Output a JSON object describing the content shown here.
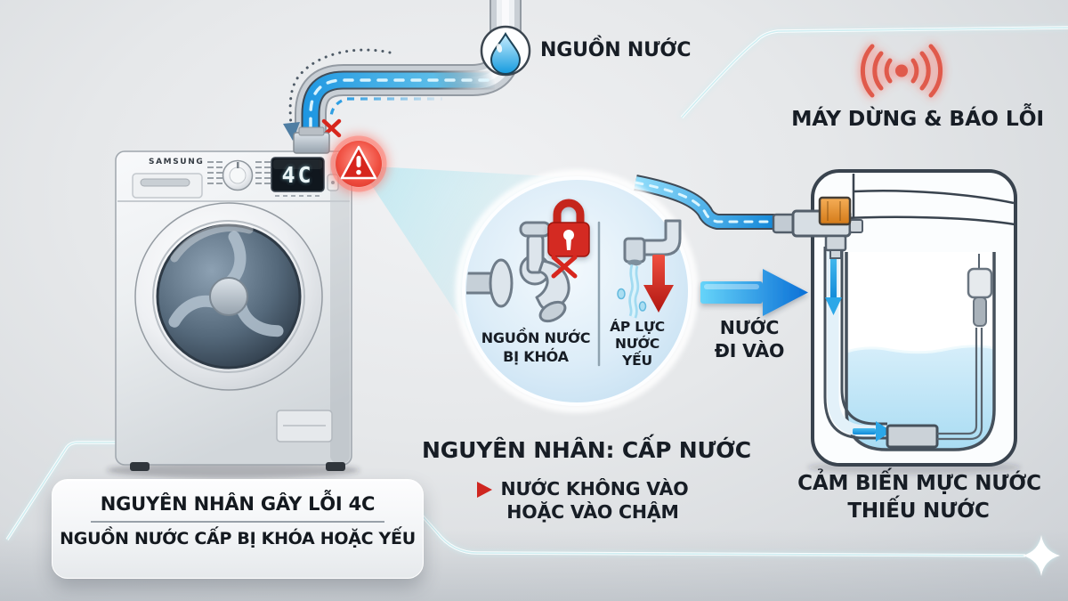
{
  "diagram": {
    "top": {
      "water_source_label": "NGUỒN NƯỚC"
    },
    "machine": {
      "brand": "SAMSUNG",
      "display_code": "4C"
    },
    "alert": {
      "stop_label": "MÁY DỪNG & BÁO LỖI"
    },
    "magnifier": {
      "left_caption_line1": "NGUỒN NƯỚC",
      "left_caption_line2": "BỊ KHÓA",
      "right_caption_line1": "ÁP LỰC",
      "right_caption_line2": "NƯỚC",
      "right_caption_line3": "YẾU"
    },
    "cause": {
      "heading": "NGUYÊN NHÂN: CẤP NƯỚC",
      "bullet_line1": "NƯỚC KHÔNG VÀO",
      "bullet_line2": "HOẶC VÀO CHẬM"
    },
    "flow": {
      "line1": "NƯỚC",
      "line2": "ĐI VÀO"
    },
    "sensor": {
      "line1": "CẢM BIẾN MỰC NƯỚC",
      "line2": "THIẾU NƯỚC"
    },
    "summary_box": {
      "title": "NGUYÊN NHÂN GÂY LỖI 4C",
      "subtitle": "NGUỒN NƯỚC CẤP BỊ KHÓA HOẶC YẾU"
    },
    "icons": {
      "water_drop": "water-drop-icon",
      "warning_triangle": "warning-triangle-icon",
      "padlock": "padlock-icon",
      "x_mark": "x-mark-icon",
      "down_arrow": "down-arrow-icon",
      "right_arrow": "right-arrow-icon",
      "signal": "signal-icon",
      "sparkle": "sparkle-icon"
    },
    "colors": {
      "accent_blue": "#1287d8",
      "alert_red": "#d7261d",
      "water_light": "#bfe6f4",
      "pipe_gray": "#c9cfd5",
      "text_dark": "#171d25"
    }
  }
}
